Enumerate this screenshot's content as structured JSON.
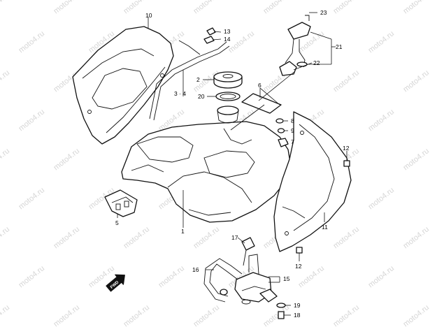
{
  "watermark": "moto4.ru",
  "callouts": {
    "c1": "1",
    "c2": "2",
    "c34": "3 · 4",
    "c5": "5",
    "c6": "6",
    "c7": "7",
    "c8": "8",
    "c9": "9",
    "c10": "10",
    "c11": "11",
    "c12a": "12",
    "c12b": "12",
    "c13": "13",
    "c14": "14",
    "c15": "15",
    "c16": "16",
    "c17": "17",
    "c18": "18",
    "c19": "19",
    "c20": "20",
    "c21": "21",
    "c22": "22",
    "c23": "23"
  },
  "fwd_label": "FWD"
}
